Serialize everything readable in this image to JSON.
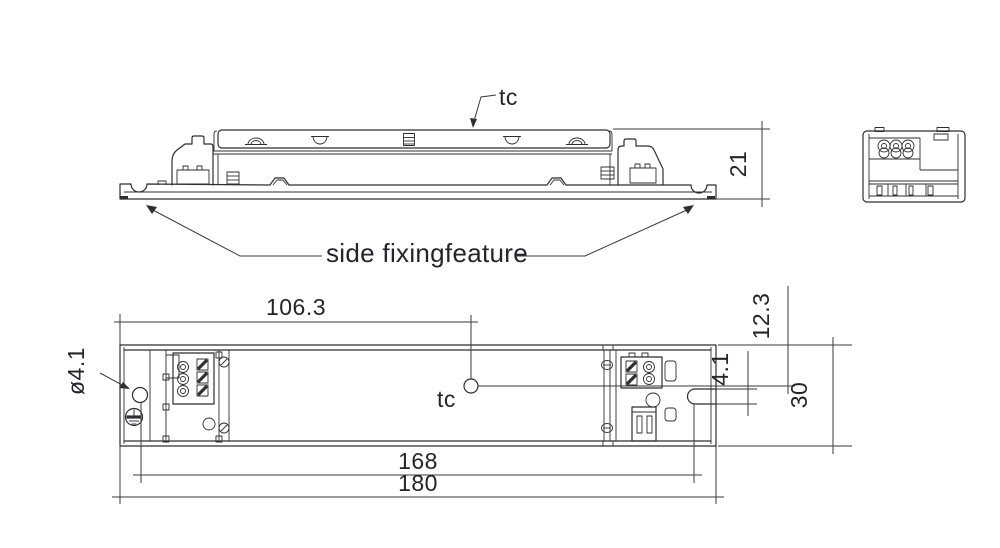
{
  "meta": {
    "background_color": "#ffffff",
    "line_color": "#2f2f33",
    "text_color": "#23242e",
    "drawing_type": "LED driver dimension drawing"
  },
  "side_view": {
    "tc_label": "tc",
    "height_dim": "21",
    "fixing_label": "side fixingfeature"
  },
  "top_view": {
    "tc_label": "tc",
    "dim_tc_from_left": "106.3",
    "dim_tc_from_edge": "12.3",
    "dim_slot_width": "4.1",
    "dim_body_width": "30",
    "dim_fixing_spacing": "168",
    "dim_overall_length": "180",
    "hole_diameter": "ø4.1"
  }
}
